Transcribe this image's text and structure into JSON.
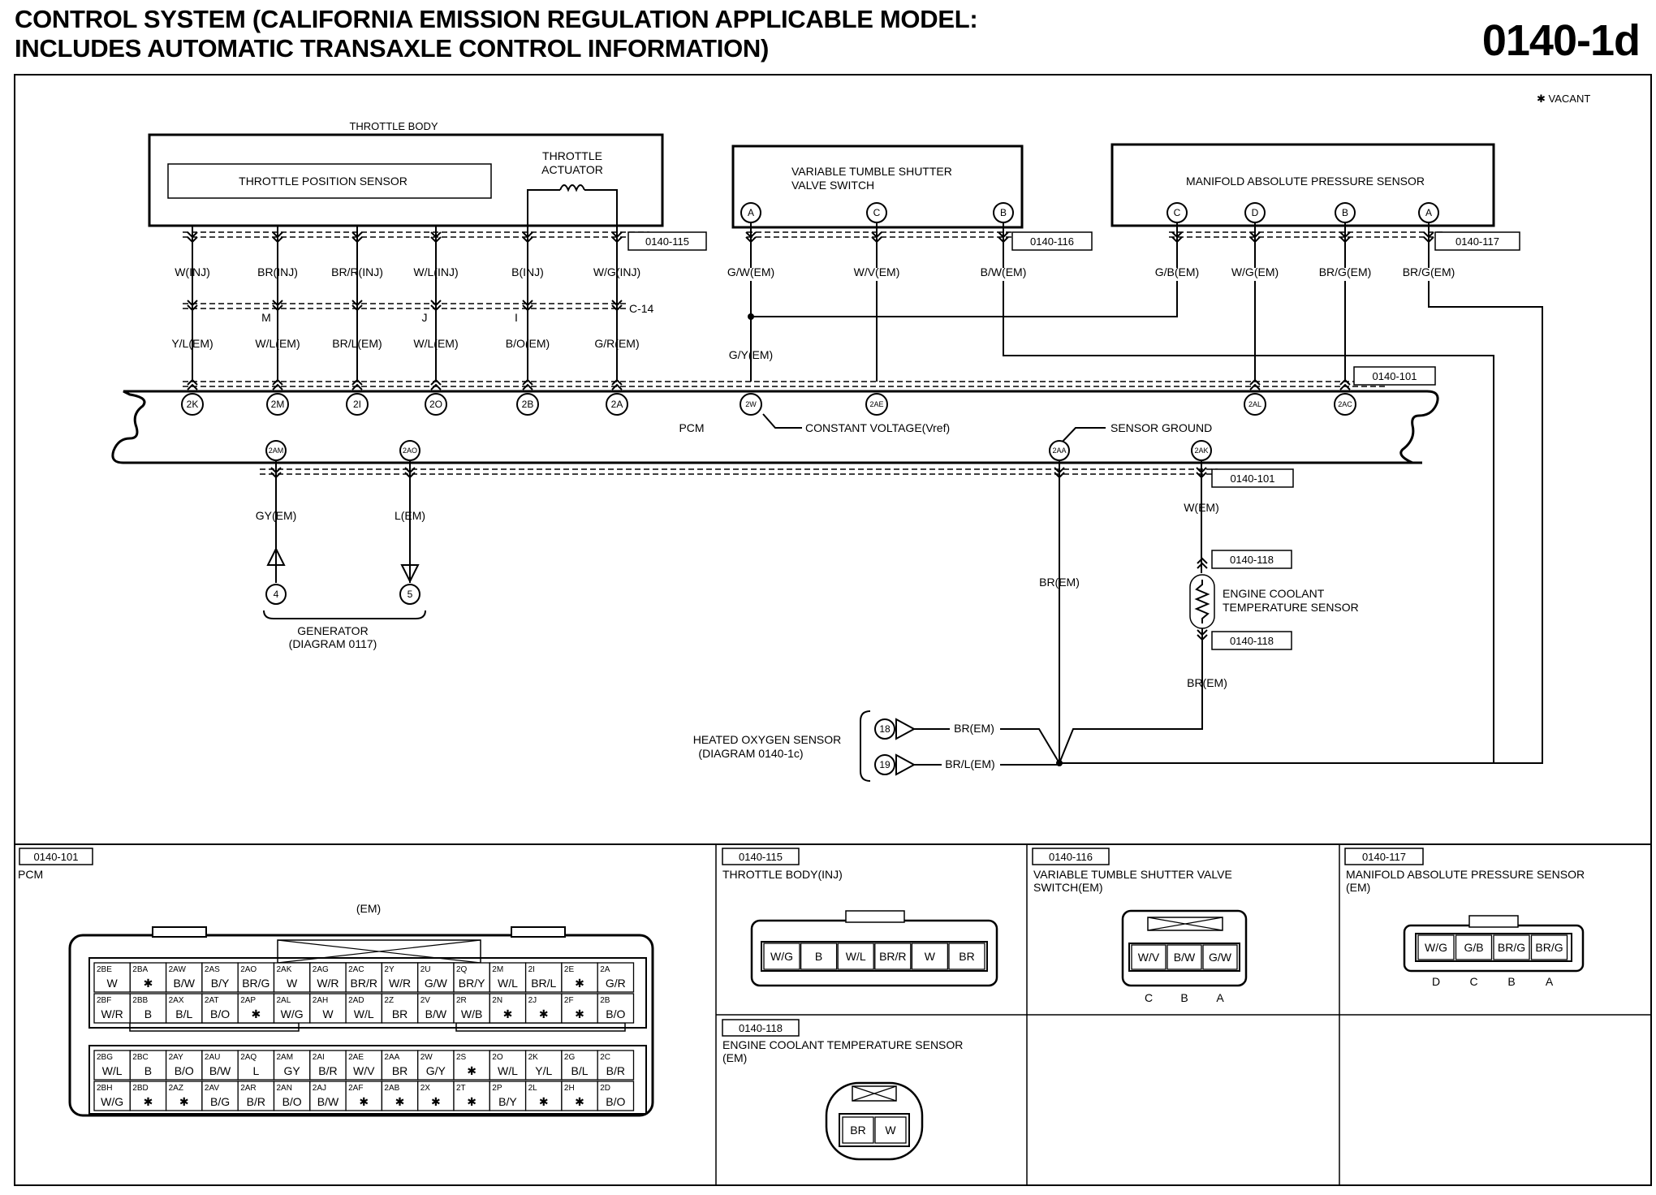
{
  "header": {
    "title_line1": "CONTROL SYSTEM (CALIFORNIA EMISSION REGULATION APPLICABLE MODEL:",
    "title_line2": "INCLUDES AUTOMATIC TRANSAXLE CONTROL INFORMATION)",
    "page_number": "0140-1d"
  },
  "legend": {
    "vacant": "✱ VACANT"
  },
  "components": {
    "throttle_body": "THROTTLE BODY",
    "tps": "THROTTLE POSITION SENSOR",
    "throttle_actuator_1": "THROTTLE",
    "throttle_actuator_2": "ACTUATOR",
    "vts_1": "VARIABLE TUMBLE SHUTTER",
    "vts_2": "VALVE SWITCH",
    "map": "MANIFOLD ABSOLUTE PRESSURE SENSOR",
    "pcm": "PCM",
    "constant_voltage": "CONSTANT VOLTAGE(Vref)",
    "sensor_ground": "SENSOR GROUND",
    "generator_1": "GENERATOR",
    "generator_2": "(DIAGRAM 0117)",
    "ect_1": "ENGINE COOLANT",
    "ect_2": "TEMPERATURE SENSOR",
    "ho2s_1": "HEATED OXYGEN SENSOR",
    "ho2s_2": "(DIAGRAM 0140-1c)"
  },
  "refs": {
    "r115": "0140-115",
    "r116": "0140-116",
    "r117": "0140-117",
    "r101a": "0140-101",
    "r101b": "0140-101",
    "r118a": "0140-118",
    "r118b": "0140-118",
    "c14": "C-14"
  },
  "pins": {
    "vts": [
      "A",
      "C",
      "B"
    ],
    "map": [
      "C",
      "D",
      "B",
      "A"
    ],
    "pcm_top": [
      "2K",
      "2M",
      "2I",
      "2O",
      "2B",
      "2A",
      "2W",
      "2AE",
      "2AL",
      "2AC"
    ],
    "pcm_bottom": [
      "2AM",
      "2AO",
      "2AA",
      "2AK"
    ],
    "junction_letters": [
      "M",
      "J",
      "I"
    ],
    "gen": [
      "4",
      "5"
    ],
    "ho2s": [
      "18",
      "19"
    ]
  },
  "wires": {
    "tps_upper": [
      "W(INJ)",
      "BR(INJ)",
      "BR/R(INJ)",
      "W/L(INJ)",
      "B(INJ)",
      "W/G(INJ)"
    ],
    "tps_lower": [
      "Y/L(EM)",
      "W/L(EM)",
      "BR/L(EM)",
      "W/L(EM)",
      "B/O(EM)",
      "G/R(EM)"
    ],
    "vts": [
      "G/W(EM)",
      "W/V(EM)",
      "B/W(EM)"
    ],
    "vts_lower": "G/Y(EM)",
    "map": [
      "G/B(EM)",
      "W/G(EM)",
      "BR/G(EM)",
      "BR/G(EM)"
    ],
    "gen": [
      "GY(EM)",
      "L(EM)"
    ],
    "br_em": "BR(EM)",
    "w_em": "W(EM)",
    "br_em_ect": "BR(EM)",
    "ho2s_18": "BR(EM)",
    "ho2s_19": "BR/L(EM)"
  },
  "connectors": {
    "pcm": {
      "ref": "0140-101",
      "name": "PCM",
      "harness": "(EM)",
      "rows": [
        [
          [
            "2BE",
            "W"
          ],
          [
            "2BA",
            "✱"
          ],
          [
            "2AW",
            "B/W"
          ],
          [
            "2AS",
            "B/Y"
          ],
          [
            "2AO",
            "BR/G"
          ],
          [
            "2AK",
            "W"
          ],
          [
            "2AG",
            "W/R"
          ],
          [
            "2AC",
            "BR/R"
          ],
          [
            "2Y",
            "W/R"
          ],
          [
            "2U",
            "G/W"
          ],
          [
            "2Q",
            "BR/Y"
          ],
          [
            "2M",
            "W/L"
          ],
          [
            "2I",
            "BR/L"
          ],
          [
            "2E",
            "✱"
          ],
          [
            "2A",
            "G/R"
          ]
        ],
        [
          [
            "2BF",
            "W/R"
          ],
          [
            "2BB",
            "B"
          ],
          [
            "2AX",
            "B/L"
          ],
          [
            "2AT",
            "B/O"
          ],
          [
            "2AP",
            "✱"
          ],
          [
            "2AL",
            "W/G"
          ],
          [
            "2AH",
            "W"
          ],
          [
            "2AD",
            "W/L"
          ],
          [
            "2Z",
            "BR"
          ],
          [
            "2V",
            "B/W"
          ],
          [
            "2R",
            "W/B"
          ],
          [
            "2N",
            "✱"
          ],
          [
            "2J",
            "✱"
          ],
          [
            "2F",
            "✱"
          ],
          [
            "2B",
            "B/O"
          ]
        ],
        [
          [
            "2BG",
            "W/L"
          ],
          [
            "2BC",
            "B"
          ],
          [
            "2AY",
            "B/O"
          ],
          [
            "2AU",
            "B/W"
          ],
          [
            "2AQ",
            "L"
          ],
          [
            "2AM",
            "GY"
          ],
          [
            "2AI",
            "B/R"
          ],
          [
            "2AE",
            "W/V"
          ],
          [
            "2AA",
            "BR"
          ],
          [
            "2W",
            "G/Y"
          ],
          [
            "2S",
            "✱"
          ],
          [
            "2O",
            "W/L"
          ],
          [
            "2K",
            "Y/L"
          ],
          [
            "2G",
            "B/L"
          ],
          [
            "2C",
            "B/R"
          ]
        ],
        [
          [
            "2BH",
            "W/G"
          ],
          [
            "2BD",
            "✱"
          ],
          [
            "2AZ",
            "✱"
          ],
          [
            "2AV",
            "B/G"
          ],
          [
            "2AR",
            "B/R"
          ],
          [
            "2AN",
            "B/O"
          ],
          [
            "2AJ",
            "B/W"
          ],
          [
            "2AF",
            "✱"
          ],
          [
            "2AB",
            "✱"
          ],
          [
            "2X",
            "✱"
          ],
          [
            "2T",
            "✱"
          ],
          [
            "2P",
            "B/Y"
          ],
          [
            "2L",
            "✱"
          ],
          [
            "2H",
            "✱"
          ],
          [
            "2D",
            "B/O"
          ]
        ]
      ]
    },
    "c115": {
      "ref": "0140-115",
      "name": "THROTTLE BODY(INJ)",
      "cells": [
        "W/G",
        "B",
        "W/L",
        "BR/R",
        "W",
        "BR"
      ]
    },
    "c116": {
      "ref": "0140-116",
      "name1": "VARIABLE TUMBLE SHUTTER VALVE",
      "name2": "SWITCH(EM)",
      "cells": [
        "W/V",
        "B/W",
        "G/W"
      ],
      "letters": [
        "C",
        "B",
        "A"
      ]
    },
    "c117": {
      "ref": "0140-117",
      "name1": "MANIFOLD ABSOLUTE PRESSURE SENSOR",
      "name2": "(EM)",
      "cells": [
        "W/G",
        "G/B",
        "BR/G",
        "BR/G"
      ],
      "letters": [
        "D",
        "C",
        "B",
        "A"
      ]
    },
    "c118": {
      "ref": "0140-118",
      "name1": "ENGINE COOLANT TEMPERATURE SENSOR",
      "name2": "(EM)",
      "cells": [
        "BR",
        "W"
      ]
    }
  }
}
